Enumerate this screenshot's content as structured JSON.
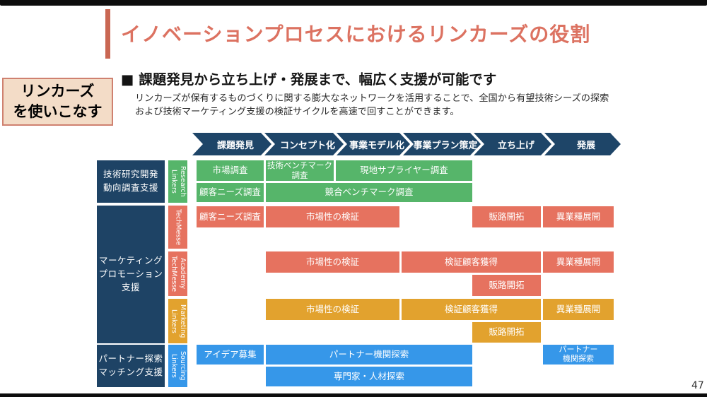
{
  "slide": {
    "title": "イノベーションプロセスにおけるリンカーズの役割",
    "page_number": "47"
  },
  "callout": {
    "text": "リンカーズ\nを使いこなす"
  },
  "heading": {
    "text": "■ 課題発見から立ち上げ・発展まで、幅広く支援が可能です"
  },
  "description": {
    "line1": "リンカーズが保有するものづくりに関する膨大なネットワークを活用することで、全国から有望技術シーズの探索",
    "line2": "および技術マーケティング支援の検証サイクルを高速で回すことができます。"
  },
  "diagram": {
    "process_steps": [
      "課題発見",
      "コンセプト化",
      "事業モデル化",
      "事業プラン策定",
      "立ち上げ",
      "発展"
    ],
    "lanes": [
      "技術研究開発\n動向調査支援",
      "マーケティング\nプロモーション\n支援",
      "パートナー探索\nマッチング支援"
    ],
    "service_tags": [
      "Linkers\nResearch",
      "TechMesse",
      "TechMesse\nAcademy",
      "Linkers\nMarketing",
      "Linkers\nSourcing"
    ],
    "boxes": {
      "research": [
        "市場調査",
        "技術ベンチマーク\n調査",
        "現地サプライヤー調査",
        "顧客ニーズ調査",
        "競合ベンチマーク調査"
      ],
      "techmesse": [
        "顧客ニーズ調査",
        "市場性の検証",
        "販路開拓",
        "異業種展開"
      ],
      "academy": [
        "市場性の検証",
        "検証顧客獲得",
        "異業種展開",
        "販路開拓"
      ],
      "marketing": [
        "市場性の検証",
        "検証顧客獲得",
        "異業種展開",
        "販路開拓"
      ],
      "sourcing": [
        "アイデア募集",
        "パートナー機関探索",
        "パートナー\n機関探索",
        "専門家・人材探索"
      ]
    },
    "colors": {
      "navy": "#1e4568",
      "green": "#56b56a",
      "red": "#e6725f",
      "orange": "#e2a22e",
      "blue": "#3697e9",
      "title_accent": "#dc7261",
      "callout_bg": "#f3dcc7",
      "callout_border": "#cf8170"
    }
  }
}
